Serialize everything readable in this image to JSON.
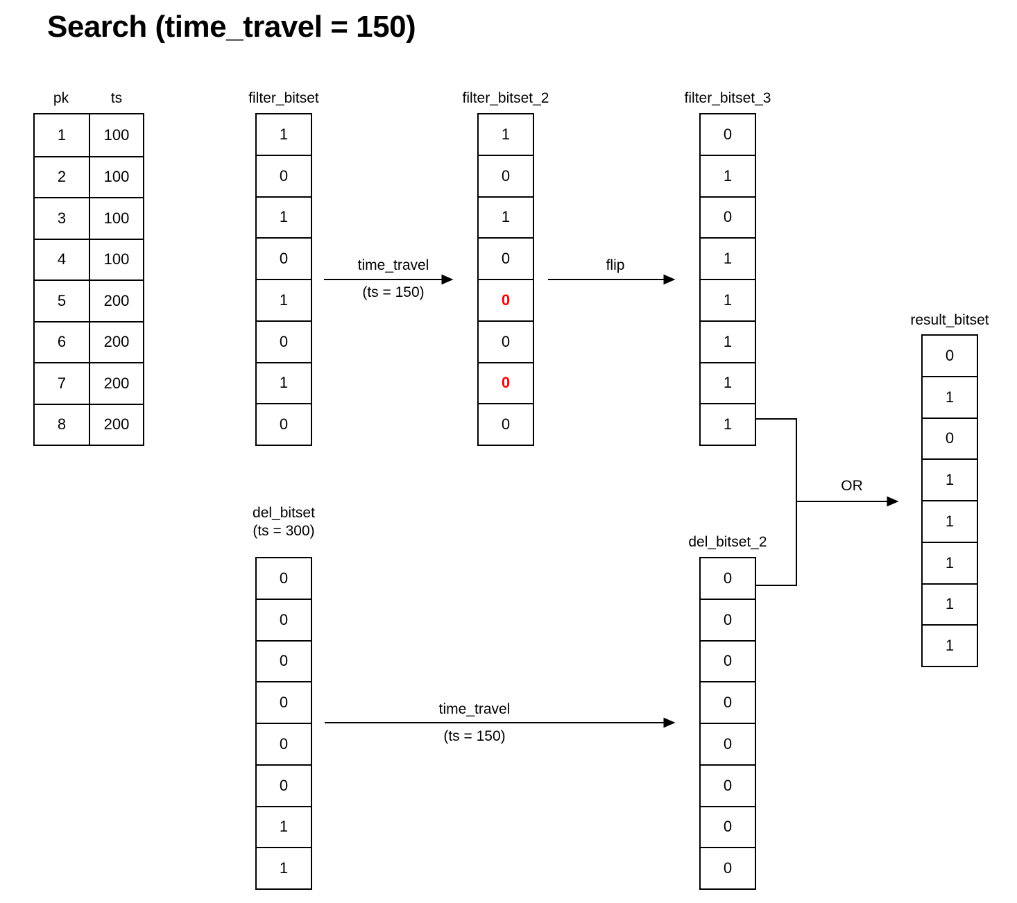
{
  "title": "Search (time_travel = 150)",
  "table": {
    "headers": [
      "pk",
      "ts"
    ],
    "rows": [
      [
        "1",
        "100"
      ],
      [
        "2",
        "100"
      ],
      [
        "3",
        "100"
      ],
      [
        "4",
        "100"
      ],
      [
        "5",
        "200"
      ],
      [
        "6",
        "200"
      ],
      [
        "7",
        "200"
      ],
      [
        "8",
        "200"
      ]
    ]
  },
  "columns": {
    "filter_bitset": {
      "label": "filter_bitset",
      "values": [
        "1",
        "0",
        "1",
        "0",
        "1",
        "0",
        "1",
        "0"
      ]
    },
    "filter_bitset_2": {
      "label": "filter_bitset_2",
      "values": [
        "1",
        "0",
        "1",
        "0",
        "0",
        "0",
        "0",
        "0"
      ],
      "highlighted_indices": [
        4,
        6
      ]
    },
    "filter_bitset_3": {
      "label": "filter_bitset_3",
      "values": [
        "0",
        "1",
        "0",
        "1",
        "1",
        "1",
        "1",
        "1"
      ]
    },
    "del_bitset": {
      "label": "del_bitset",
      "sublabel": "(ts = 300)",
      "values": [
        "0",
        "0",
        "0",
        "0",
        "0",
        "0",
        "1",
        "1"
      ]
    },
    "del_bitset_2": {
      "label": "del_bitset_2",
      "values": [
        "0",
        "0",
        "0",
        "0",
        "0",
        "0",
        "0",
        "0"
      ]
    },
    "result_bitset": {
      "label": "result_bitset",
      "values": [
        "0",
        "1",
        "0",
        "1",
        "1",
        "1",
        "1",
        "1"
      ]
    }
  },
  "arrows": {
    "time_travel_top": {
      "label": "time_travel",
      "sublabel": "(ts = 150)"
    },
    "flip": {
      "label": "flip"
    },
    "time_travel_bottom": {
      "label": "time_travel",
      "sublabel": "(ts = 150)"
    },
    "or": {
      "label": "OR"
    }
  },
  "colors": {
    "line": "#000000",
    "highlight": "#ff0000",
    "background": "#ffffff"
  }
}
